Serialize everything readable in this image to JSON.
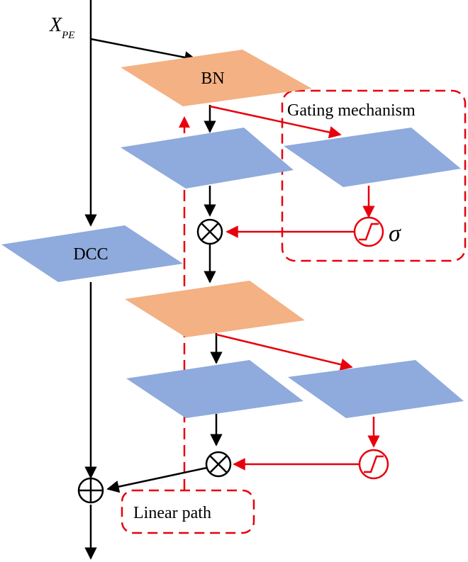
{
  "labels": {
    "input_symbol": "X",
    "input_subscript": "PE",
    "bn": "BN",
    "dcc": "DCC",
    "gating": "Gating mechanism",
    "sigma": "σ",
    "linear_path": "Linear path"
  },
  "colors": {
    "orange_block": "#F4B183",
    "blue_block": "#8FAADC",
    "black_arrow": "#000000",
    "red_arrow": "#E8000B",
    "dashed_red": "#E8000B",
    "background": "#FFFFFF"
  },
  "icons": {
    "multiply": "circled-times-icon",
    "add": "circled-plus-icon",
    "sigmoid": "step-function-icon"
  }
}
